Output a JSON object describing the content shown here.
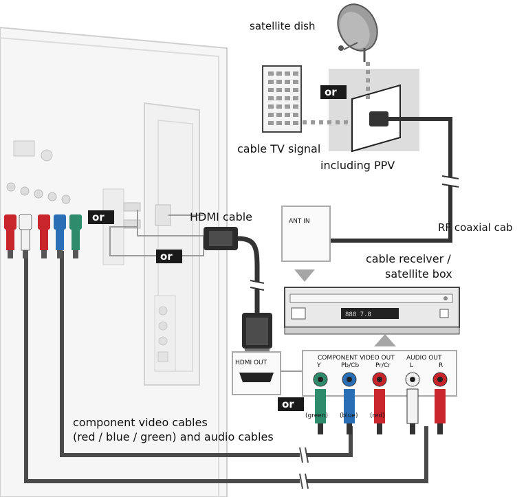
{
  "labels": {
    "satellite_dish": "satellite dish",
    "or": "or",
    "cable_tv_signal": "cable TV signal",
    "including_ppv": "including PPV",
    "hdmi_cable": "HDMI cable",
    "ant_in": "ANT IN",
    "rf_coaxial_cable": "RF coaxial cab",
    "cable_receiver_line1": "cable receiver /",
    "cable_receiver_line2": "satellite box",
    "hdmi_out": "HDMI OUT",
    "component_video_out": "COMPONENT VIDEO OUT",
    "y": "Y",
    "pb_cb": "Pb/Cb",
    "pr_cr": "Pr/Cr",
    "audio_out": "AUDIO OUT",
    "l": "L",
    "r": "R",
    "green": "(green)",
    "blue": "(blue)",
    "red": "(red)",
    "component_cables_line1": "component video cables",
    "component_cables_line2": "(red / blue / green) and audio cables"
  },
  "colors": {
    "red": "#c8252c",
    "blue": "#2a6fb5",
    "green": "#2e8b6b",
    "white": "#f2f2f2",
    "cable": "#333333",
    "or_badge": "#1a1a1a"
  }
}
